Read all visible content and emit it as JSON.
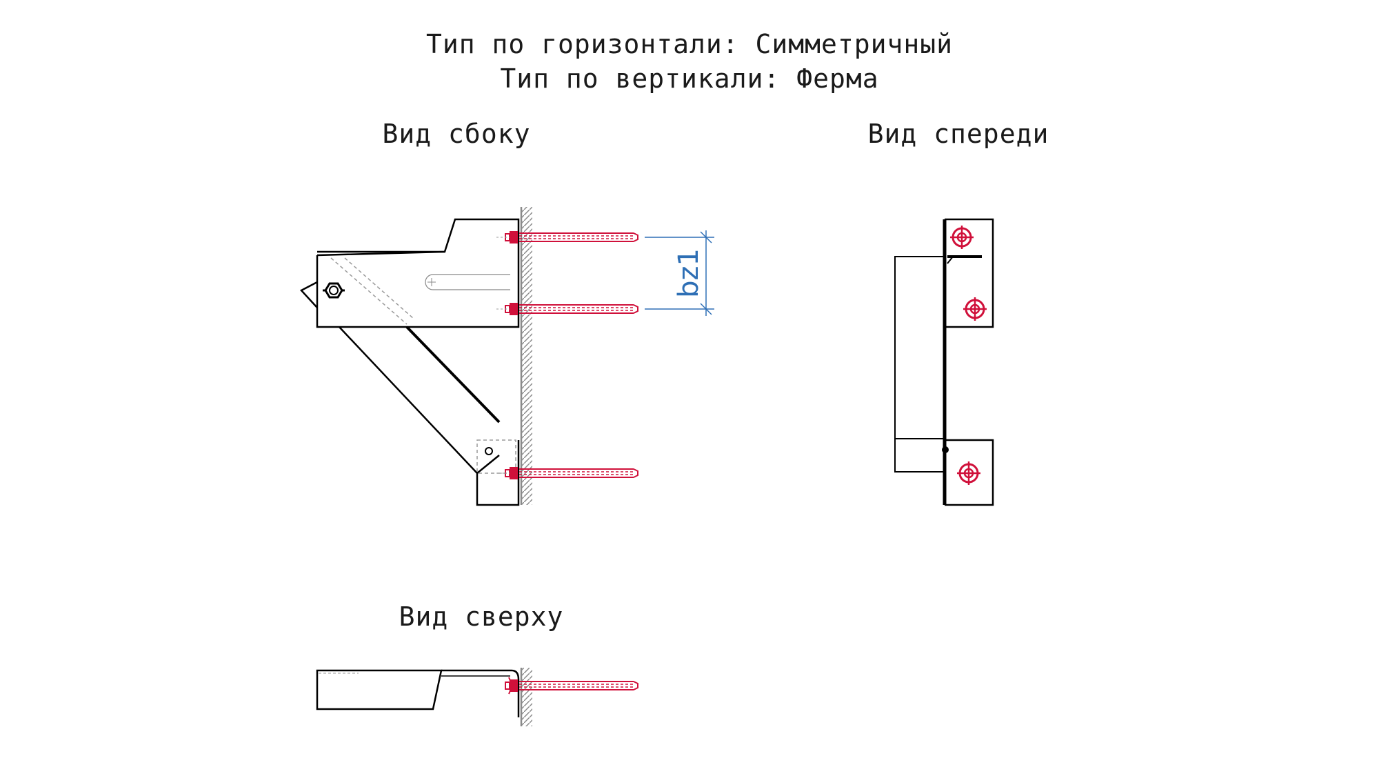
{
  "header": {
    "line1": "Тип по горизонтали: Симметричный",
    "line2": "Тип по вертикали: Ферма"
  },
  "views": {
    "side": "Вид сбоку",
    "front": "Вид спереди",
    "top": "Вид сверху"
  },
  "dimension": {
    "label": "bz1"
  },
  "colors": {
    "outline": "#000000",
    "anchor": "#d0103a",
    "dimension": "#2e6fb5",
    "wall_hatch": "#8a8a8a",
    "hidden_line": "#9a9a9a"
  }
}
